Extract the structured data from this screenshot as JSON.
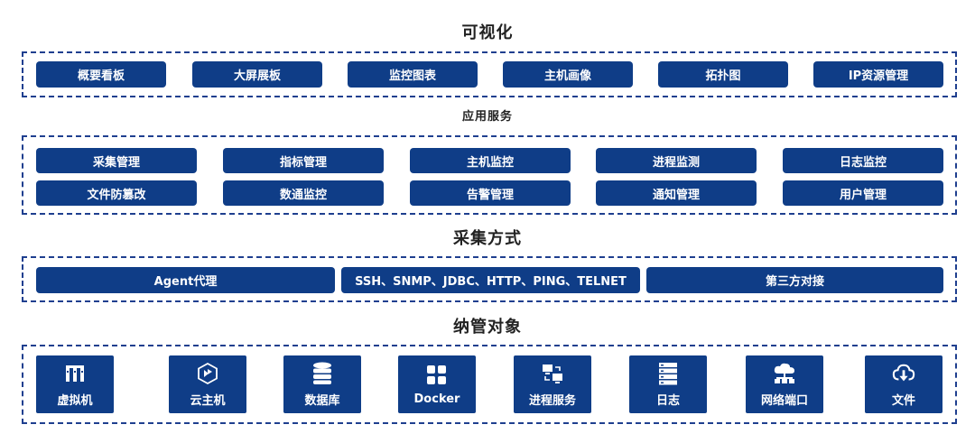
{
  "visualization": {
    "title": "可视化",
    "items": [
      "概要看板",
      "大屏展板",
      "监控图表",
      "主机画像",
      "拓扑图",
      "IP资源管理"
    ]
  },
  "app_services": {
    "title": "应用服务",
    "row1": [
      "采集管理",
      "指标管理",
      "主机监控",
      "进程监测",
      "日志监控"
    ],
    "row2": [
      "文件防篡改",
      "数通监控",
      "告警管理",
      "通知管理",
      "用户管理"
    ]
  },
  "collection": {
    "title": "采集方式",
    "items": [
      "Agent代理",
      "SSH、SNMP、JDBC、HTTP、PING、TELNET",
      "第三方对接"
    ]
  },
  "managed": {
    "title": "纳管对象",
    "items": [
      {
        "label": "虚拟机",
        "icon": "vm-icon"
      },
      {
        "label": "云主机",
        "icon": "cloud-host-icon"
      },
      {
        "label": "数据库",
        "icon": "database-icon"
      },
      {
        "label": "Docker",
        "icon": "docker-icon"
      },
      {
        "label": "进程服务",
        "icon": "process-icon"
      },
      {
        "label": "日志",
        "icon": "log-icon"
      },
      {
        "label": "网络端口",
        "icon": "network-port-icon"
      },
      {
        "label": "文件",
        "icon": "file-cloud-icon"
      }
    ]
  },
  "colors": {
    "primary": "#0f3d87",
    "border": "#1f3f8f",
    "text": "#222222"
  }
}
